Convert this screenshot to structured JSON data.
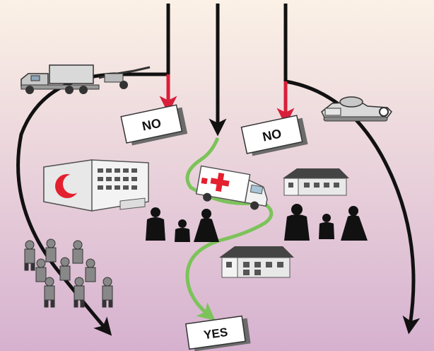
{
  "signs": {
    "left": "NO",
    "right": "NO",
    "bottom": "YES"
  },
  "colors": {
    "background_top": "#fbf1e6",
    "background_bottom": "#d6b1cf",
    "main_arrows": "#111111",
    "blocked_arrows": "#d81f3a",
    "humanitarian_path": "#7cc35a",
    "red_cross": "#e3202f",
    "red_crescent": "#e3202f",
    "sign_fill": "#ffffff",
    "sign_shadow": "#6b6b6b"
  },
  "icons": [
    "military-truck-icon",
    "tank-icon",
    "ambulance-icon",
    "hospital-icon",
    "house-icon",
    "civilians-icon",
    "soldiers-icon"
  ]
}
